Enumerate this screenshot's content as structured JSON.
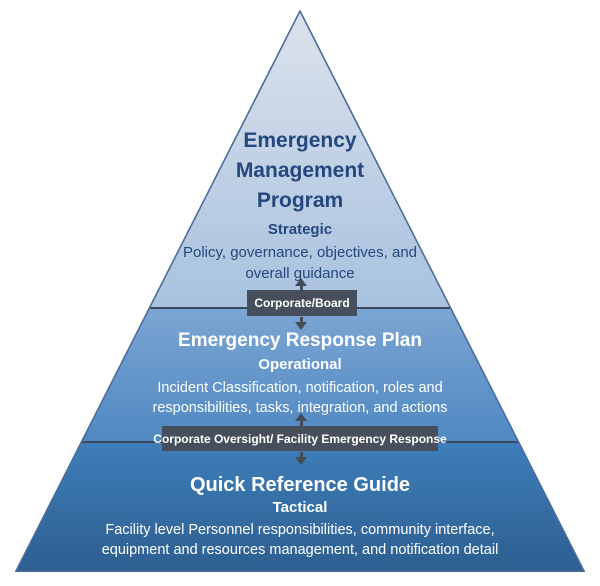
{
  "pyramid": {
    "tiers": [
      {
        "title": "Emergency Management Program",
        "level": "Strategic",
        "description": "Policy, governance, objectives, and overall guidance"
      },
      {
        "title": "Emergency Response Plan",
        "level": "Operational",
        "description": "Incident Classification, notification, roles and responsibilities, tasks, integration, and actions"
      },
      {
        "title": "Quick Reference Guide",
        "level": "Tactical",
        "description": "Facility level Personnel responsibilities, community interface, equipment and resources management, and notification detail"
      }
    ],
    "connectors": [
      {
        "label": "Corporate/Board"
      },
      {
        "label": "Corporate Oversight/ Facility Emergency Response"
      }
    ],
    "colors": {
      "tier1_top": "#dce2ec",
      "tier1_bottom": "#a8c2de",
      "tier2_top": "#7ba5d3",
      "tier2_bottom": "#5089c2",
      "tier3_top": "#3e7eba",
      "tier3_bottom": "#2d5e90",
      "tier1_text": "#24477e",
      "tier_text_light": "#ffffff",
      "outline": "#4a6d9c",
      "divider_line": "#3a4a5e",
      "connector_bg": "#474f5c",
      "connector_text": "#ffffff",
      "arrow": "#434b57"
    }
  }
}
